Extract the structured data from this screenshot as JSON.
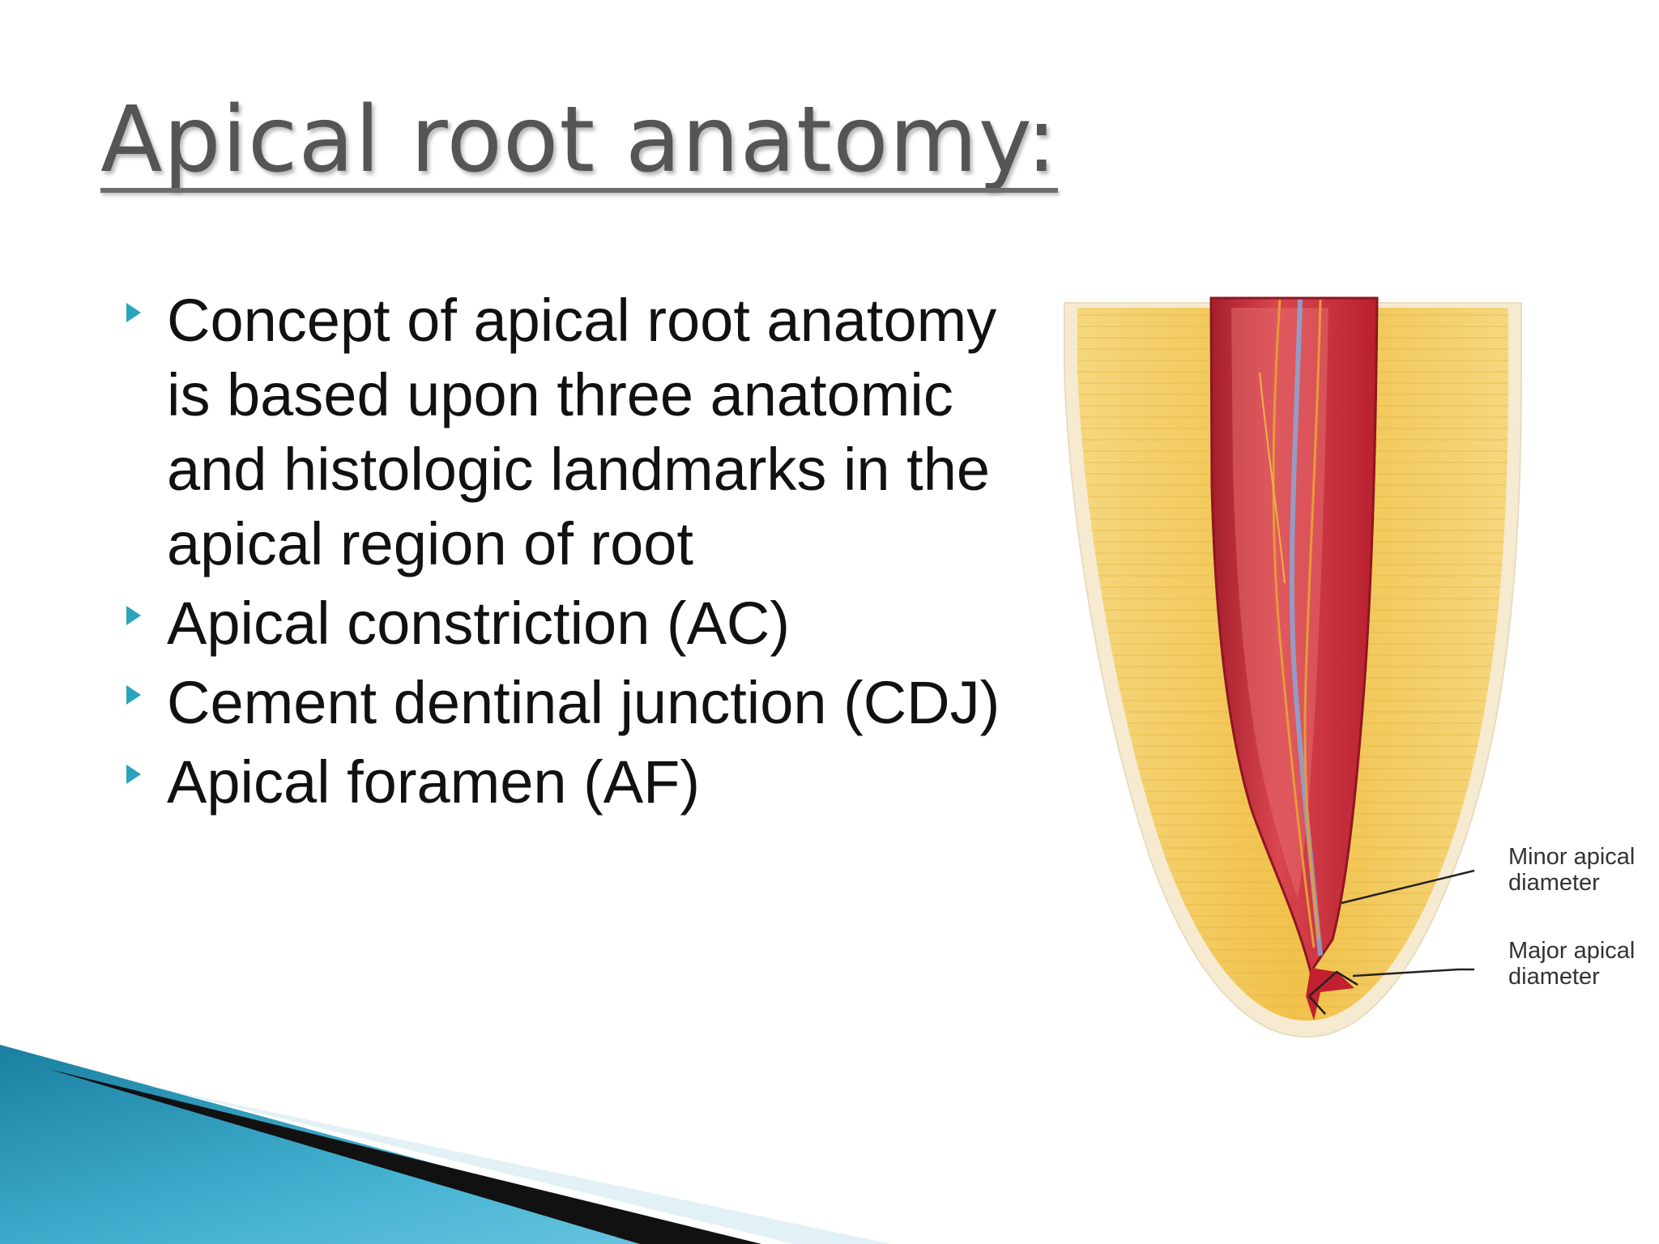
{
  "slide": {
    "title": "Apical root anatomy:",
    "bullets": [
      {
        "text": "Concept of apical root anatomy is based upon three anatomic and histologic landmarks in the apical region of root"
      },
      {
        "text": "Apical constriction (AC)"
      },
      {
        "text": "Cement dentinal junction (CDJ)"
      },
      {
        "text": "Apical foramen (AF)"
      }
    ],
    "figure": {
      "labels": {
        "minor": [
          "Minor apical",
          "diameter"
        ],
        "major": [
          "Major apical",
          "diameter"
        ]
      }
    }
  },
  "colors": {
    "title": "#555555",
    "bullet_marker": "#2aa3bd",
    "dentin": "#f2c552",
    "pulp": "#c8283a",
    "accent_band": "#1d88a8"
  },
  "icons": {
    "bullet": "triangle-right-icon"
  }
}
